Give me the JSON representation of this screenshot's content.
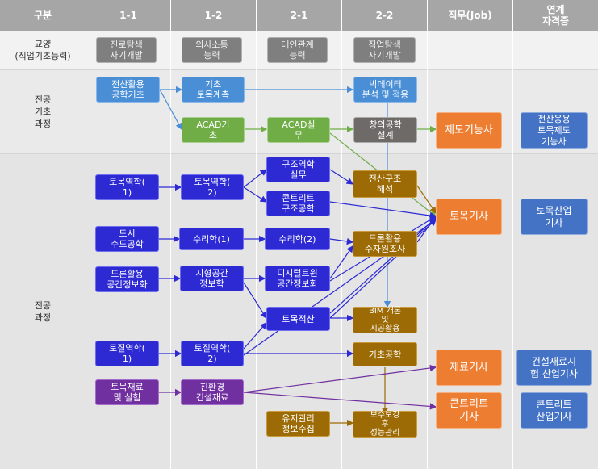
{
  "headers": [
    "구분",
    "1-1",
    "1-2",
    "2-1",
    "2-2",
    "직무(Job)",
    "연계\n자격증"
  ],
  "rows": [
    {
      "id": "gyoyang",
      "label": "교양\n(직업기초능력)"
    },
    {
      "id": "jeongong-gicho",
      "label": "전공\n기초\n과정"
    },
    {
      "id": "jeongong",
      "label": "전공\n과정"
    }
  ],
  "courses": {
    "jinro": "진로탐색\n자기개발",
    "uisa": "의사소통\n능력",
    "daein": "대인관계\n능력",
    "jigeop": "직업탐색\n자기개발",
    "jeonsan": "전산활용\n공학기초",
    "gicho": "기초\n토목계측",
    "bigdata": "빅데이터\n분석 및 적용",
    "acad1": "ACAD기\n초",
    "acad2": "ACAD실\n무",
    "changui": "창의공학\n설계",
    "tomok1": "토목역학(\n1)",
    "tomok2": "토목역학(\n2)",
    "gujo": "구조역학\n실무",
    "concrete": "콘트리트\n구조공학",
    "jeonsan_gujo": "전산구조\n해석",
    "dosi": "도시\n수도공학",
    "suri1": "수리학(1)",
    "suri2": "수리학(2)",
    "drone_suja": "드론활용\n수자원조사",
    "drone_gong": "드론활용\n공간정보화",
    "jihyeong": "지형공간\n정보학",
    "digital": "디지털트윈\n공간정보화",
    "jeoksan": "토목적산",
    "bim": "BIM 개론\n및\n시공활용",
    "tojil1": "토질역학(\n1)",
    "tojil2": "토질역학(\n2)",
    "gicho_gong": "기초공학",
    "jaeryo": "토목재료\n및 실험",
    "chinhwan": "친환경\n건설재료",
    "yuji": "유지관리\n정보수집",
    "bosu": "보수보강\n후\n성능관리"
  },
  "jobs": {
    "jedo": "제도기능사",
    "tomokgisa": "토목기사",
    "jaeryogisa": "재료기사",
    "concretegisa": "콘트리트\n기사"
  },
  "certs": {
    "jeonsan_eung": "전산응용\n토목제도\n기능사",
    "tomok_saneop": "토목산업\n기사",
    "geonseol": "건설재료시\n험 산업기사",
    "concrete_saneop": "콘트리트\n산업기사"
  },
  "colors": {
    "header": "#a6a6a6",
    "general": "#7f7f7f",
    "basic": "#4a8ed6",
    "cad": "#70ad47",
    "major1": "#2d2ad4",
    "major2": "#9c6b05",
    "material": "#7030a0",
    "job": "#ed7d31",
    "cert": "#4472c4"
  }
}
